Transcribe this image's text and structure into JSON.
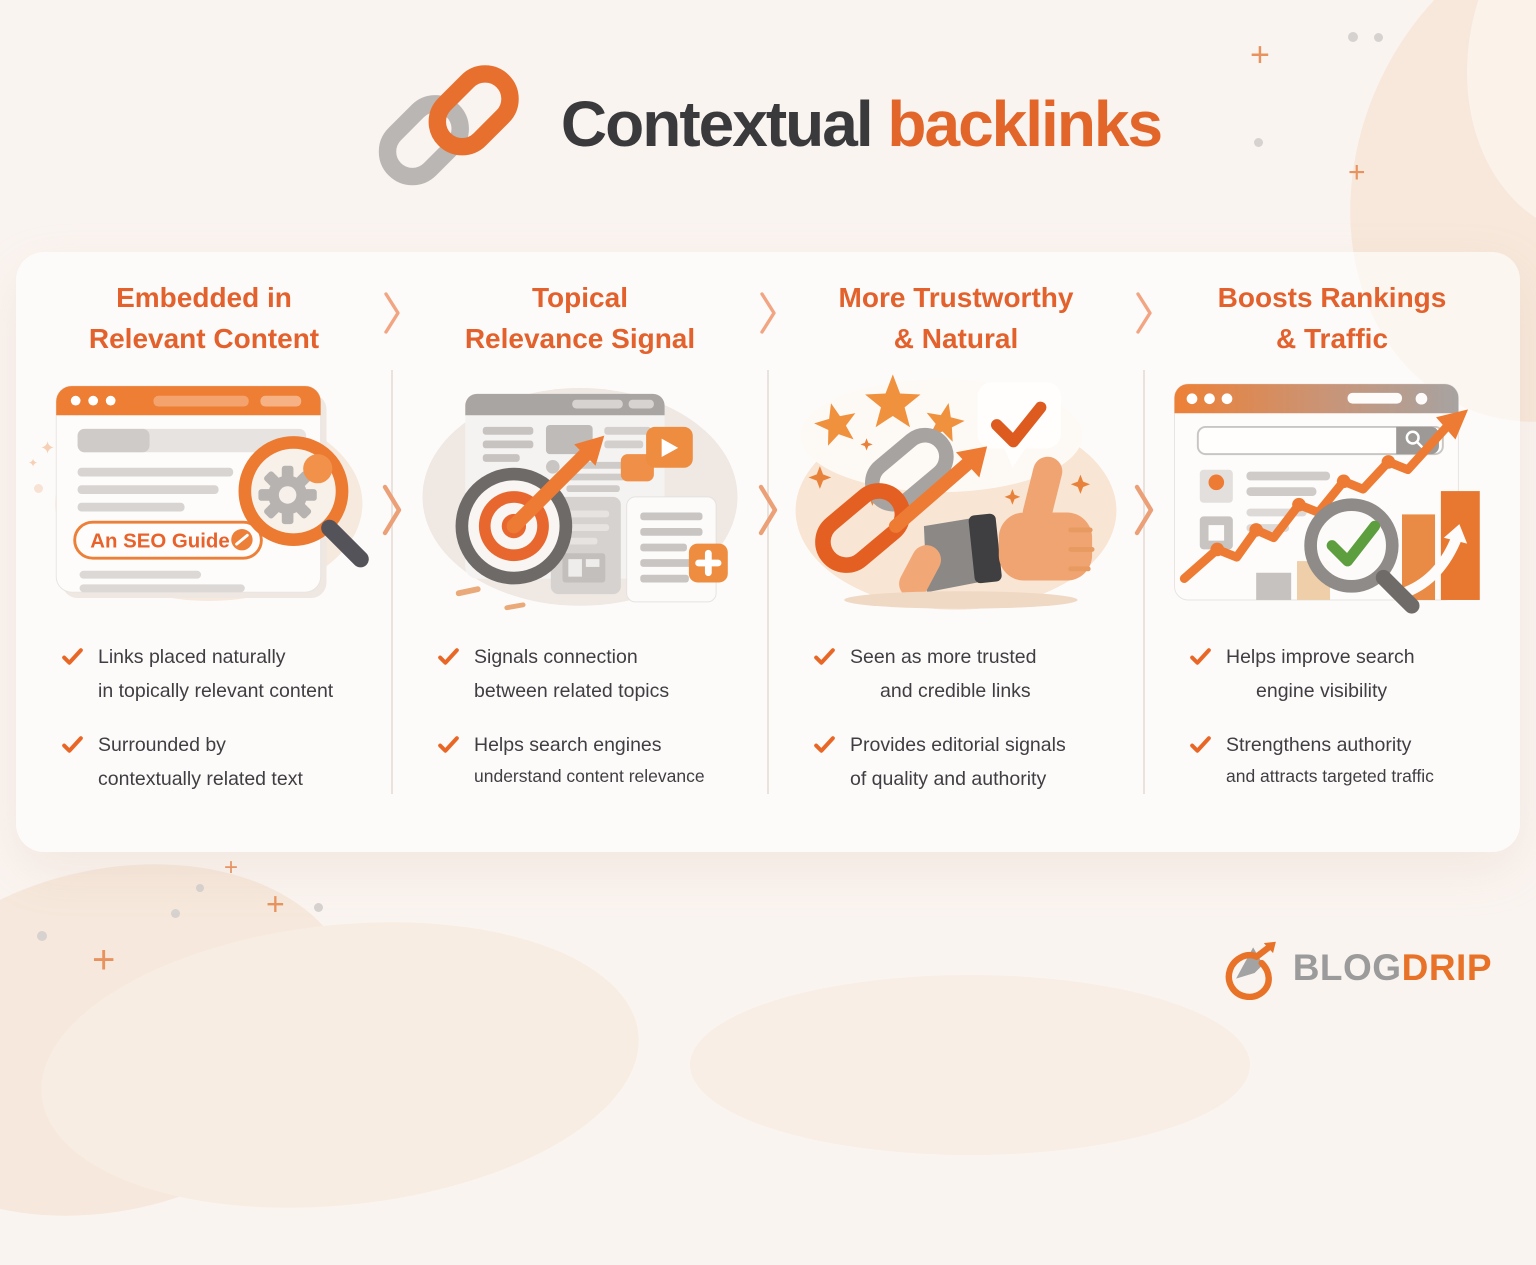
{
  "title": {
    "dark": "Contextual",
    "orange": "backlinks"
  },
  "columns": [
    {
      "heading_line1": "Embedded in",
      "heading_line2": "Relevant Content",
      "illustration": "webpage-with-seo-guide-link-and-magnifier-gear",
      "seo_pill_label": "An SEO Guide",
      "bullets": [
        {
          "line1": "Links placed naturally",
          "line2": "in topically relevant content"
        },
        {
          "line1": "Surrounded by",
          "line2": "contextually related text"
        }
      ]
    },
    {
      "heading_line1": "Topical",
      "heading_line2": "Relevance Signal",
      "illustration": "target-arrow-with-webpage-video-and-documents",
      "bullets": [
        {
          "line1": "Signals connection",
          "line2": "between related topics"
        },
        {
          "line1": "Helps search engines",
          "line2": "understand content relevance"
        }
      ]
    },
    {
      "heading_line1": "More Trustworthy",
      "heading_line2": "& Natural",
      "illustration": "chain-link-arrow-thumbs-up-stars-and-check-bubble",
      "bullets": [
        {
          "line1": "Seen as more trusted",
          "line2": "and credible links"
        },
        {
          "line1": "Provides editorial signals",
          "line2": "of quality and authority"
        }
      ]
    },
    {
      "heading_line1": "Boosts Rankings",
      "heading_line2": "& Traffic",
      "illustration": "browser-with-rising-chart-bars-and-magnifier-green-check",
      "bullets": [
        {
          "line1": "Helps improve search",
          "line2": "engine visibility"
        },
        {
          "line1": "Strengthens authority",
          "line2": "and attracts targeted traffic"
        }
      ]
    }
  ],
  "logo": {
    "gray": "BLOG",
    "orange": "DRIP"
  },
  "icons": {
    "title_icon": "chain-link-icon",
    "separator": "chevron-right-icon",
    "bullet": "check-icon",
    "logo_mark": "drip-drop-arrow-icon"
  },
  "colors": {
    "accent_orange": "#E2612C",
    "title_dark": "#3A393B",
    "check_orange": "#E96726",
    "chevron": "#F2A583",
    "divider": "#E9E2DD",
    "background": "#FAF4F0",
    "blob_peach": "#F7E8DB",
    "logo_gray": "#9B9B9B",
    "logo_orange": "#E87227",
    "green_check": "#5D9E3F"
  }
}
